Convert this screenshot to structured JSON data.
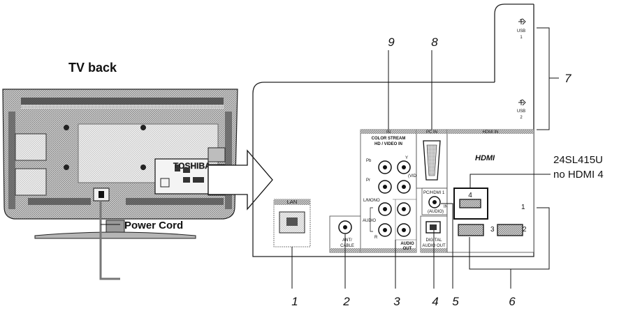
{
  "title": "TV back",
  "power_cord_label": "Power Cord",
  "tv_brand": "TOSHIBA",
  "model_note_line1": "24SL415U",
  "model_note_line2": "no HDMI 4",
  "hdmi_logo": "HDMI",
  "callouts": [
    "1",
    "2",
    "3",
    "4",
    "5",
    "6",
    "7",
    "8",
    "9"
  ],
  "ports": {
    "lan": "LAN",
    "ant_cable": [
      "ANT/",
      "CABLE"
    ],
    "audio_out": [
      "AUDIO",
      "OUT"
    ],
    "digital_audio_out": [
      "DIGITAL",
      "AUDIO OUT"
    ],
    "pc_in": "PC IN",
    "pc_hdmi_audio": [
      "PC/HDMI 1",
      "(AUDIO)"
    ],
    "pc_audio_in": "IN",
    "hdmi_in": "HDMI IN",
    "hdmi_numbers": [
      "1",
      "2",
      "3",
      "4"
    ],
    "color_stream": [
      "IN",
      "COLOR STREAM",
      "HD / VIDEO IN"
    ],
    "component_labels": [
      "Pb",
      "Pr",
      "Y",
      "(VIDEO)",
      "L/MONO",
      "AUDIO",
      "R"
    ],
    "usb": [
      [
        "USB",
        "1"
      ],
      [
        "USB",
        "2"
      ]
    ]
  }
}
